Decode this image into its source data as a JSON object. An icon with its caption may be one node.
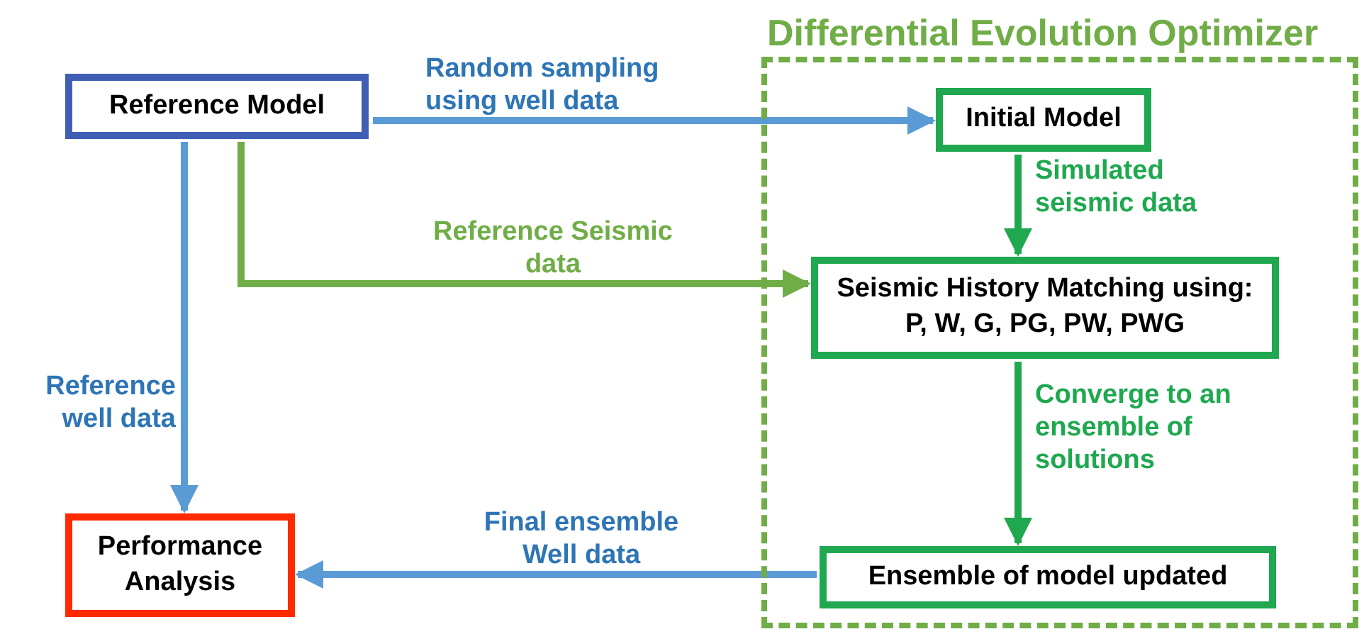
{
  "diagram": {
    "nodes": [
      {
        "text": [
          "Reference Model"
        ]
      },
      {
        "text": [
          "Differential Evolution Optimizer"
        ]
      },
      {
        "text": [
          "Initial Model"
        ],
        "in": 1
      },
      {
        "text": [
          "Seismic History Matching using: P, W, G, PG, PW, PWG"
        ],
        "in": 1
      },
      {
        "text": [
          "Ensemble of model updated"
        ],
        "in": 1
      },
      {
        "text": [
          "Performance Analysis"
        ]
      }
    ],
    "edges": [
      {
        "from": 0,
        "to": 2,
        "arrow": "to",
        "label": "Random sampling using well data"
      },
      {
        "from": 0,
        "to": 3,
        "arrow": "to",
        "label": "Reference Seismic data",
        "color": "#70ad47"
      },
      {
        "from": 0,
        "to": 5,
        "arrow": "to",
        "label": "Reference well data"
      },
      {
        "from": 2,
        "to": 3,
        "arrow": "to",
        "label": "Simulated seismic data",
        "color": "#1fa84f"
      },
      {
        "from": 3,
        "to": 4,
        "arrow": "to",
        "label": "Converge to an ensemble of solutions",
        "color": "#1fa84f"
      },
      {
        "from": 4,
        "to": 5,
        "arrow": "to",
        "label": "Final ensemble Well data"
      }
    ]
  }
}
